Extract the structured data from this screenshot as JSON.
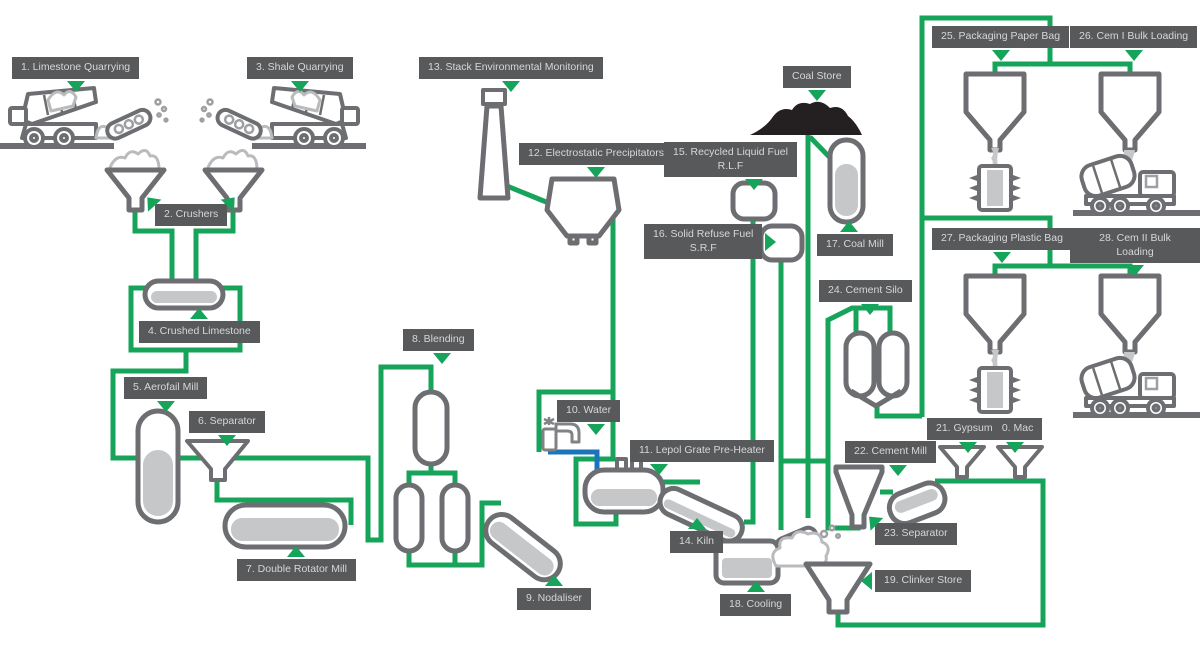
{
  "diagram": "Cement production process flow",
  "colors": {
    "line_green": "#16a35a",
    "water_blue": "#1b75bc",
    "label_bg": "#58595b",
    "label_text": "#d6d7d8",
    "equipment_gray": "#6d6e71",
    "contents_gray": "#c6c7c9",
    "coal_black": "#242021"
  },
  "steps": [
    "1. Limestone Quarrying",
    "2. Crushers",
    "3. Shale Quarrying",
    "4. Crushed Limestone",
    "5. Aerofail Mill",
    "6. Separator",
    "7. Double Rotator Mill",
    "8. Blending",
    "9. Nodaliser",
    "10. Water",
    "11. Lepol Grate Pre-Heater",
    "12. Electrostatic Precipitators",
    "13. Stack Environmental Monitoring",
    "14. Kiln",
    "15. Recycled Liquid Fuel\nR.L.F",
    "16. Solid Refuse Fuel\nS.R.F",
    "17. Coal Mill",
    "18. Cooling",
    "19. Clinker Store",
    "20. Mac",
    "21. Gypsum",
    "22. Cement Mill",
    "23. Separator",
    "24. Cement Silo",
    "25. Packaging Paper Bag",
    "26. Cem I Bulk Loading",
    "27. Packaging Plastic Bag",
    "28. Cem II Bulk Loading"
  ],
  "coal_store_label": "Coal Store"
}
